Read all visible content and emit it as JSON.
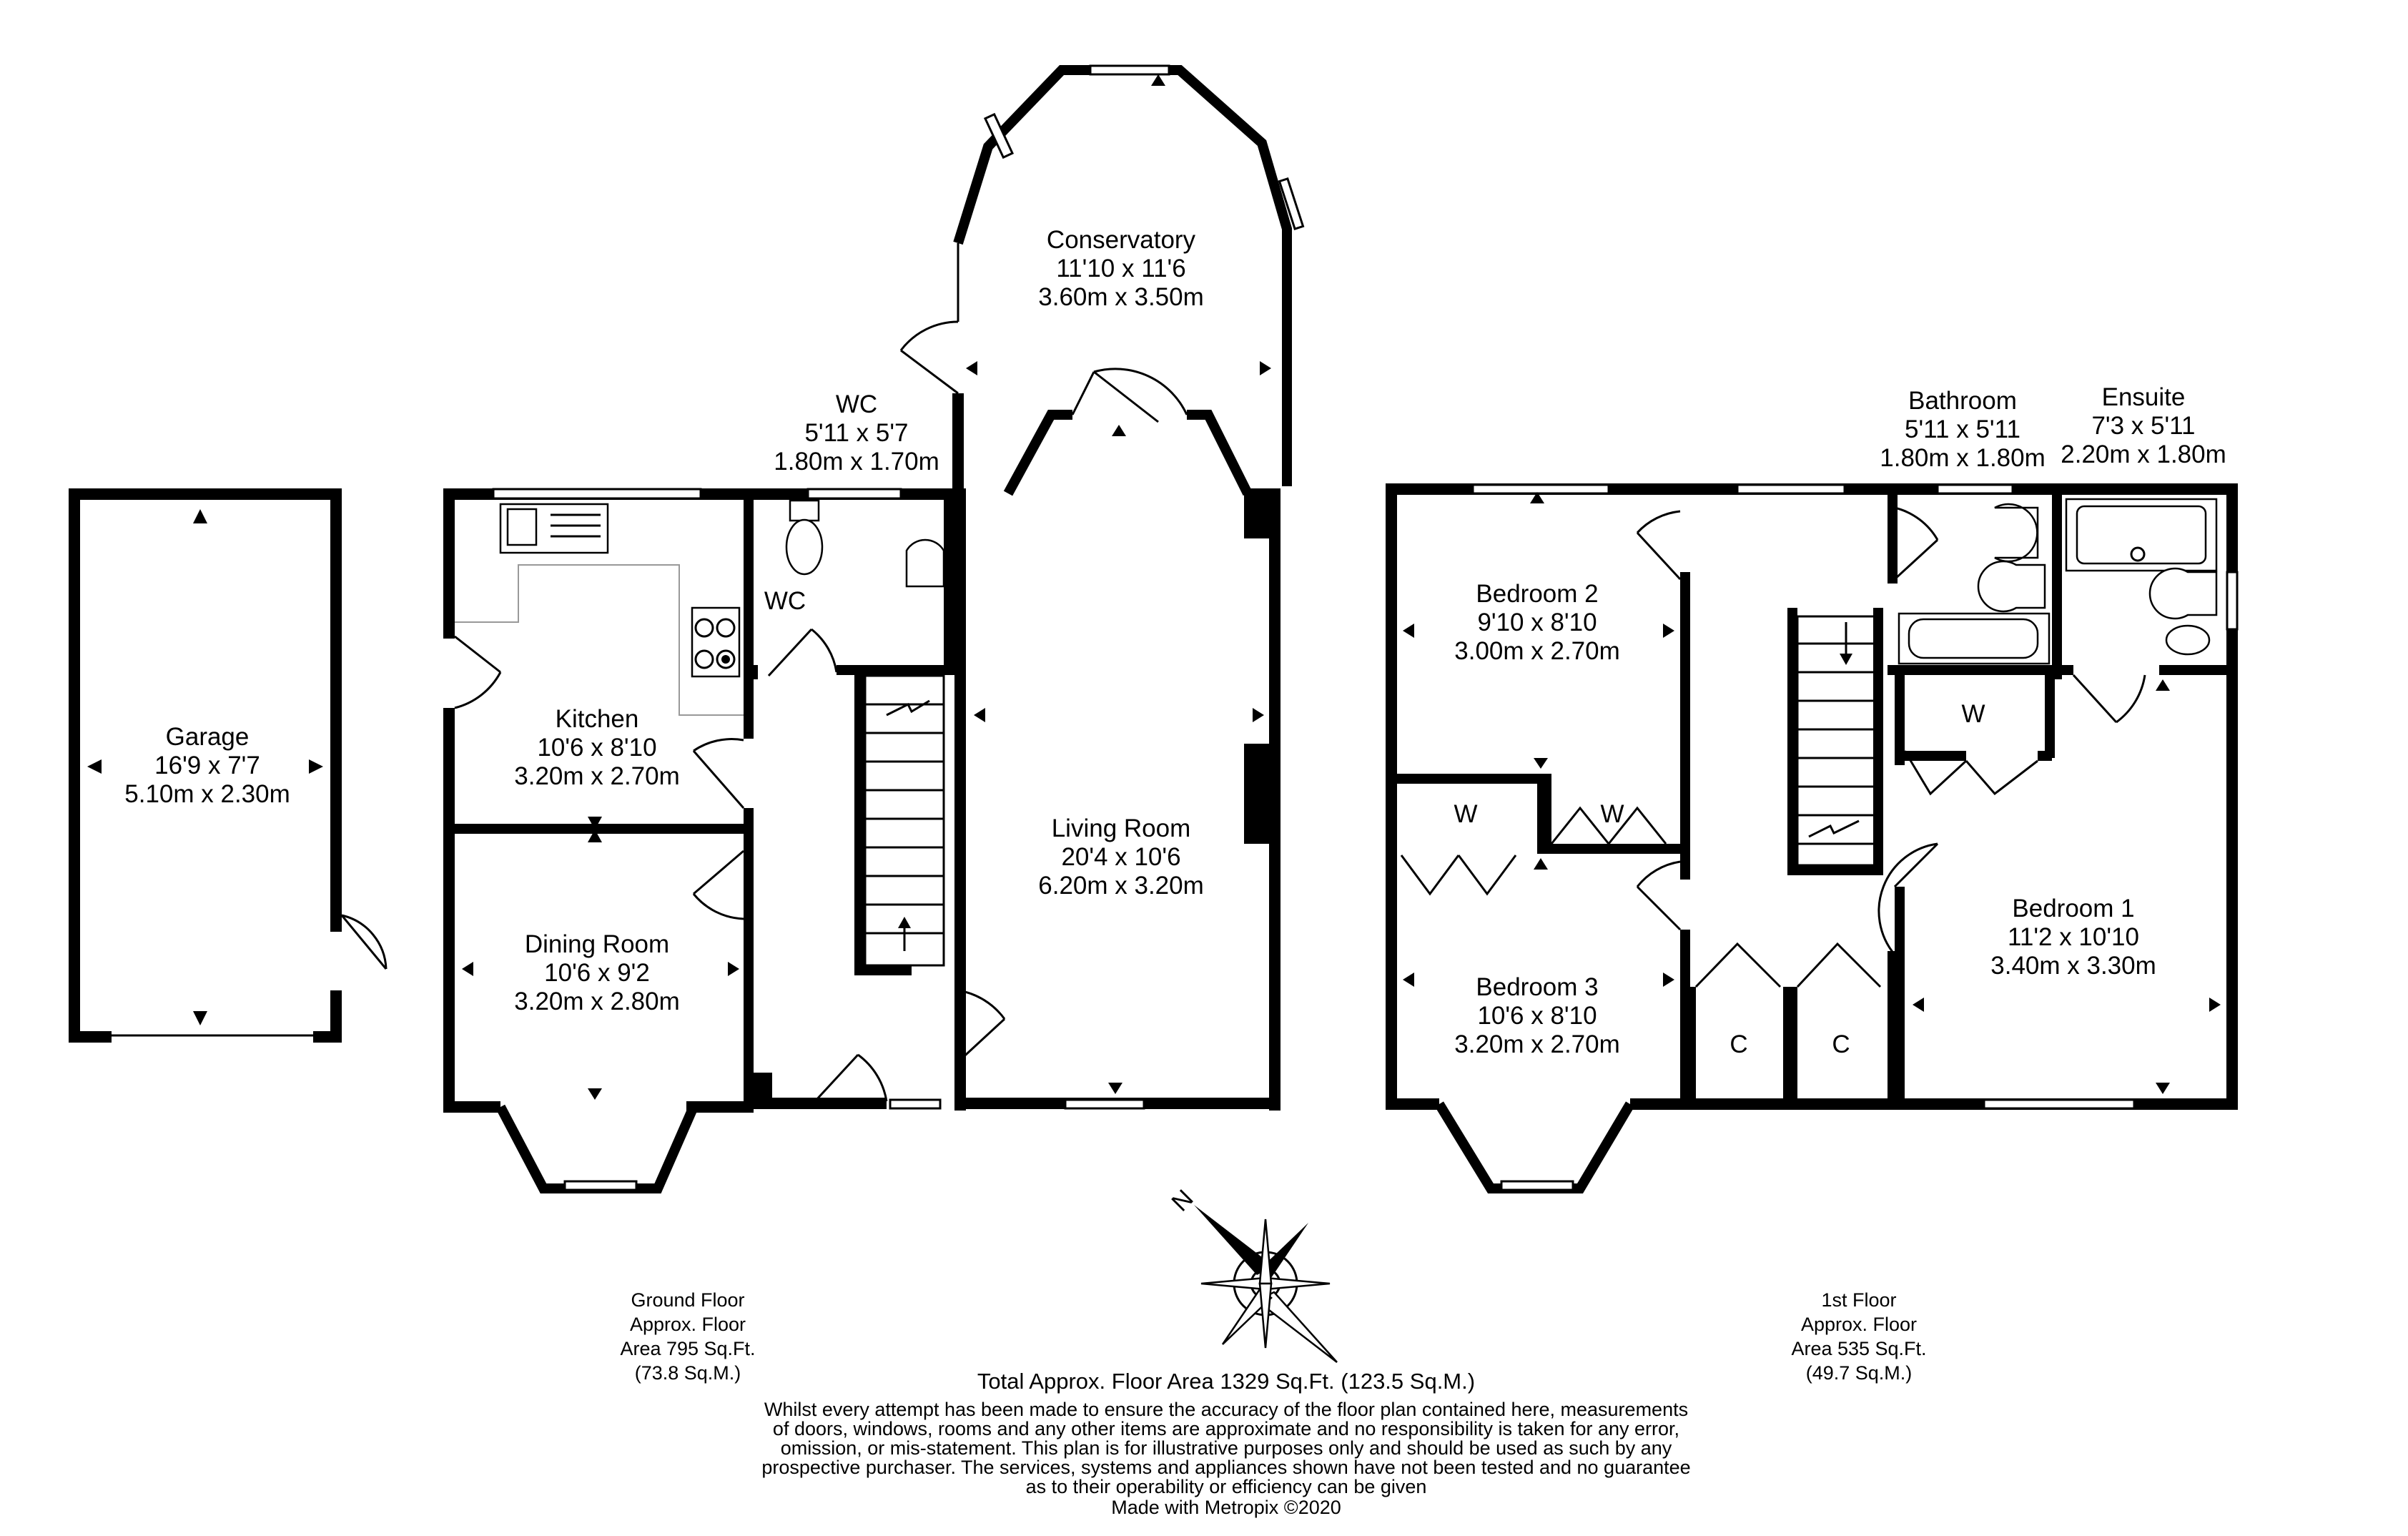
{
  "rooms": {
    "garage": {
      "name": "Garage",
      "imperial": "16'9 x 7'7",
      "metric": "5.10m x 2.30m"
    },
    "kitchen": {
      "name": "Kitchen",
      "imperial": "10'6 x 8'10",
      "metric": "3.20m x 2.70m"
    },
    "dining": {
      "name": "Dining Room",
      "imperial": "10'6 x 9'2",
      "metric": "3.20m x 2.80m"
    },
    "wc_ground": {
      "name": "WC",
      "imperial": "5'11 x 5'7",
      "metric": "1.80m x 1.70m",
      "inner": "WC"
    },
    "conservatory": {
      "name": "Conservatory",
      "imperial": "11'10 x 11'6",
      "metric": "3.60m x 3.50m"
    },
    "living": {
      "name": "Living Room",
      "imperial": "20'4 x 10'6",
      "metric": "6.20m x 3.20m"
    },
    "bedroom2": {
      "name": "Bedroom 2",
      "imperial": "9'10 x 8'10",
      "metric": "3.00m x 2.70m"
    },
    "bedroom3": {
      "name": "Bedroom 3",
      "imperial": "10'6 x 8'10",
      "metric": "3.20m x 2.70m"
    },
    "bedroom1": {
      "name": "Bedroom 1",
      "imperial": "11'2 x 10'10",
      "metric": "3.40m x 3.30m"
    },
    "bathroom": {
      "name": "Bathroom",
      "imperial": "5'11 x 5'11",
      "metric": "1.80m x 1.80m"
    },
    "ensuite": {
      "name": "Ensuite",
      "imperial": "7'3 x 5'11",
      "metric": "2.20m x 1.80m"
    }
  },
  "storage": {
    "wardrobe": "W",
    "cupboard": "C"
  },
  "ground_floor": {
    "l1": "Ground Floor",
    "l2": "Approx. Floor",
    "l3": "Area 795 Sq.Ft.",
    "l4": "(73.8 Sq.M.)"
  },
  "first_floor": {
    "l1": "1st Floor",
    "l2": "Approx. Floor",
    "l3": "Area 535 Sq.Ft.",
    "l4": "(49.7 Sq.M.)"
  },
  "total": "Total Approx. Floor Area 1329 Sq.Ft. (123.5 Sq.M.)",
  "disclaimer": [
    "Whilst every attempt has been made to ensure the accuracy of the floor plan contained here, measurements",
    "of doors, windows, rooms and any other items are approximate and no responsibility is taken for any error,",
    "omission, or mis-statement. This plan is for illustrative purposes only and should be used as such by any",
    "prospective purchaser. The services, systems and appliances shown have not been tested and no guarantee",
    "as to their operability or efficiency can be given"
  ],
  "credit": "Made with Metropix ©2020",
  "compass": {
    "letter": "N",
    "icon": "compass-rose-icon"
  }
}
